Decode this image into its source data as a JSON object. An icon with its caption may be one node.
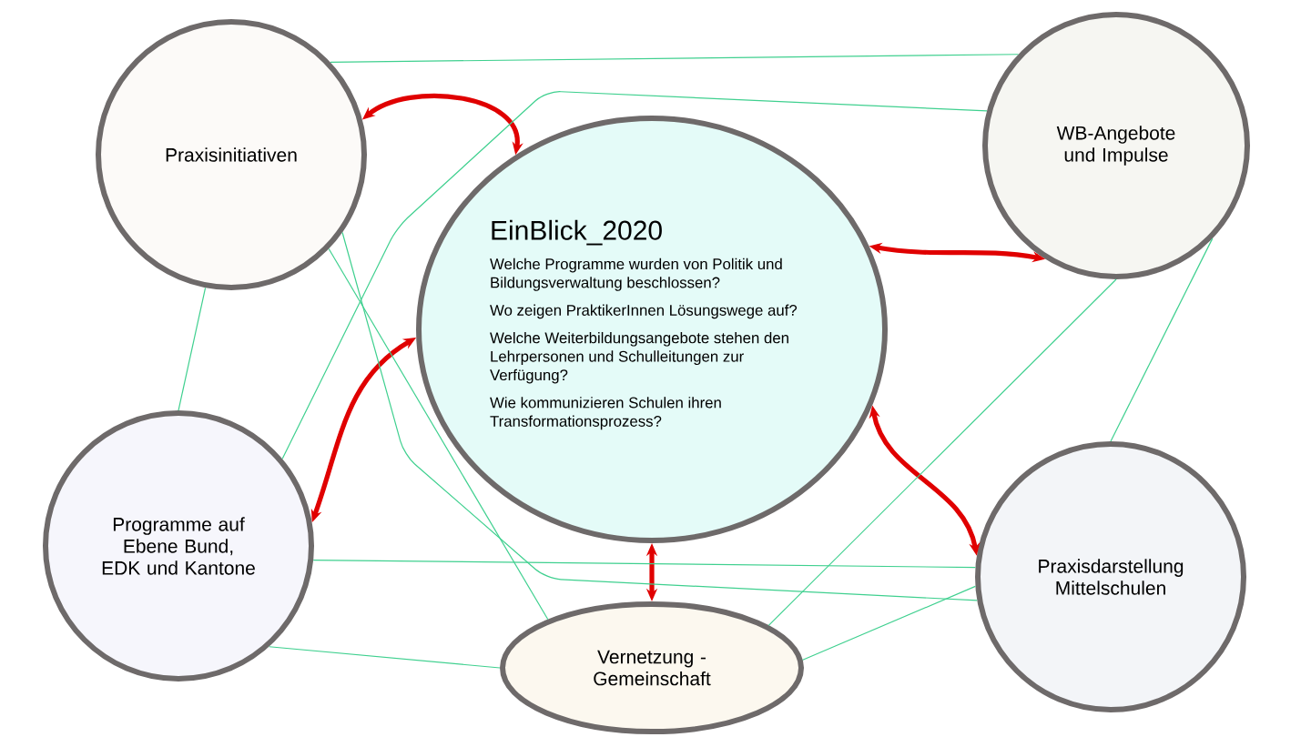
{
  "diagram": {
    "nodes": [
      {
        "text": [
          "Praxisinitiativen"
        ]
      },
      {
        "text": [
          "WB-Angebote und Impulse"
        ]
      },
      {
        "text": [
          "EinBlick_2020",
          "Welche Programme wurden von Politik und Bildungsverwaltung beschlossen?",
          "Wo zeigen PraktikerInnen Lösungswege auf?",
          "Welche Weiterbildungsangebote stehen den Lehrpersonen und Schulleitungen zur Verfügung?",
          "Wie kommunizieren Schulen ihren Transformationsprozess?"
        ]
      },
      {
        "text": [
          "Programme auf Ebene Bund, EDK und Kantone"
        ]
      },
      {
        "text": [
          "Praxisdarstellung Mittelschulen"
        ]
      },
      {
        "text": [
          "Vernetzung - Gemeinschaft"
        ]
      }
    ],
    "edges": [
      {
        "from": 0,
        "to": 2,
        "arrow": "both",
        "style": "thick",
        "color": "#e00000"
      },
      {
        "from": 2,
        "to": 1,
        "arrow": "both",
        "style": "thick",
        "color": "#e00000"
      },
      {
        "from": 2,
        "to": 3,
        "arrow": "both",
        "style": "thick",
        "color": "#e00000"
      },
      {
        "from": 2,
        "to": 4,
        "arrow": "both",
        "style": "thick",
        "color": "#e00000"
      },
      {
        "from": 2,
        "to": 5,
        "arrow": "both",
        "style": "thick",
        "color": "#e00000"
      },
      {
        "from": 0,
        "to": 1,
        "arrow": "none"
      },
      {
        "from": 0,
        "to": 4,
        "arrow": "none"
      },
      {
        "from": 0,
        "to": 3,
        "arrow": "none"
      },
      {
        "from": 0,
        "to": 5,
        "arrow": "none"
      },
      {
        "from": 1,
        "to": 3,
        "arrow": "none"
      },
      {
        "from": 1,
        "to": 5,
        "arrow": "none"
      },
      {
        "from": 1,
        "to": 4,
        "arrow": "none"
      },
      {
        "from": 3,
        "to": 4,
        "arrow": "none"
      },
      {
        "from": 3,
        "to": 5,
        "arrow": "none"
      },
      {
        "from": 5,
        "to": 4,
        "arrow": "none"
      }
    ]
  }
}
